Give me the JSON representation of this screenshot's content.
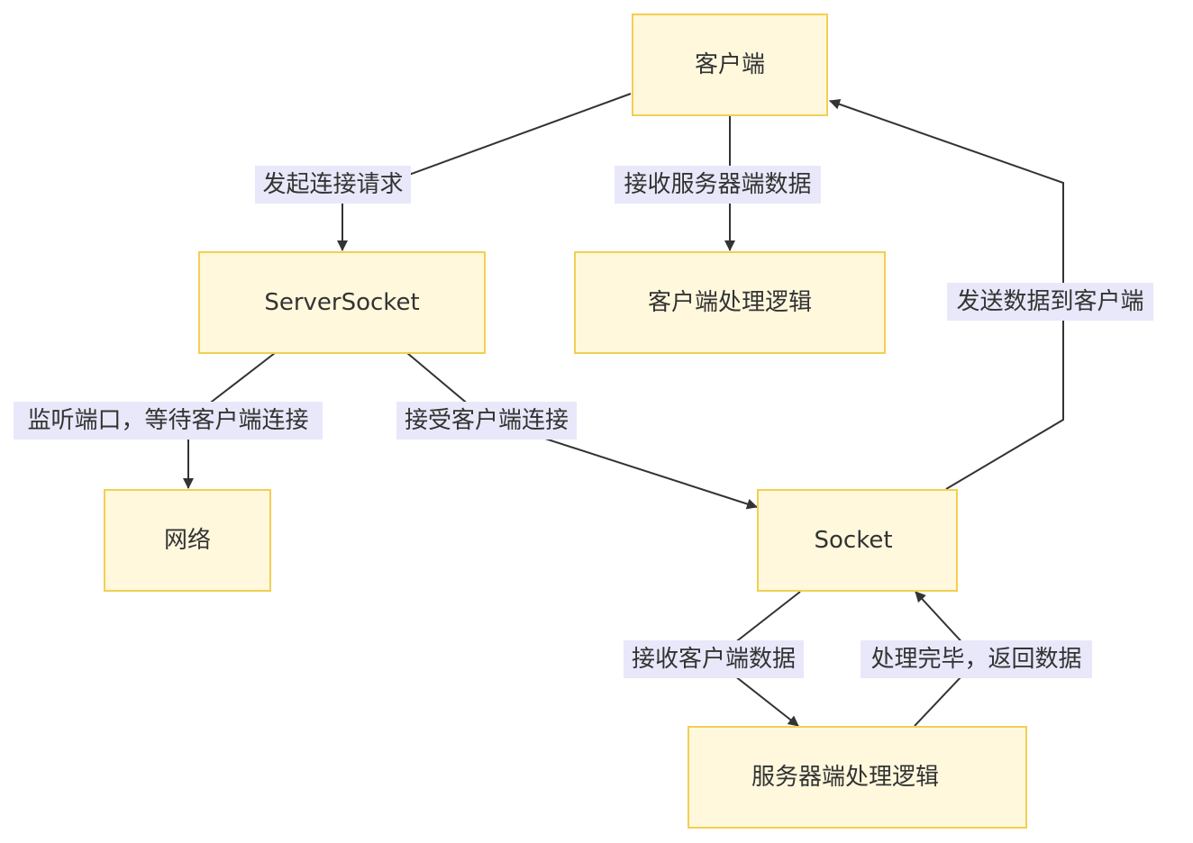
{
  "nodes": {
    "client": {
      "label": "客户端"
    },
    "server_socket": {
      "label": "ServerSocket"
    },
    "client_logic": {
      "label": "客户端处理逻辑"
    },
    "network": {
      "label": "网络"
    },
    "socket": {
      "label": "Socket"
    },
    "server_logic": {
      "label": "服务器端处理逻辑"
    }
  },
  "edges": {
    "connect_request": {
      "from": "客户端",
      "to": "ServerSocket",
      "label": "发起连接请求"
    },
    "receive_server_data": {
      "from": "客户端",
      "to": "客户端处理逻辑",
      "label": "接收服务器端数据"
    },
    "listen_port": {
      "from": "ServerSocket",
      "to": "网络",
      "label": "监听端口，等待客户端连接"
    },
    "accept_connection": {
      "from": "ServerSocket",
      "to": "Socket",
      "label": "接受客户端连接"
    },
    "send_to_client": {
      "from": "Socket",
      "to": "客户端",
      "label": "发送数据到客户端"
    },
    "receive_client_data": {
      "from": "Socket",
      "to": "服务器端处理逻辑",
      "label": "接收客户端数据"
    },
    "return_data": {
      "from": "服务器端处理逻辑",
      "to": "Socket",
      "label": "处理完毕，返回数据"
    }
  },
  "colors": {
    "node_fill": "#fff8dd",
    "node_stroke": "#f2cf52",
    "edge": "#333333",
    "label_bg": "#e8e8fa",
    "text": "#333333"
  }
}
